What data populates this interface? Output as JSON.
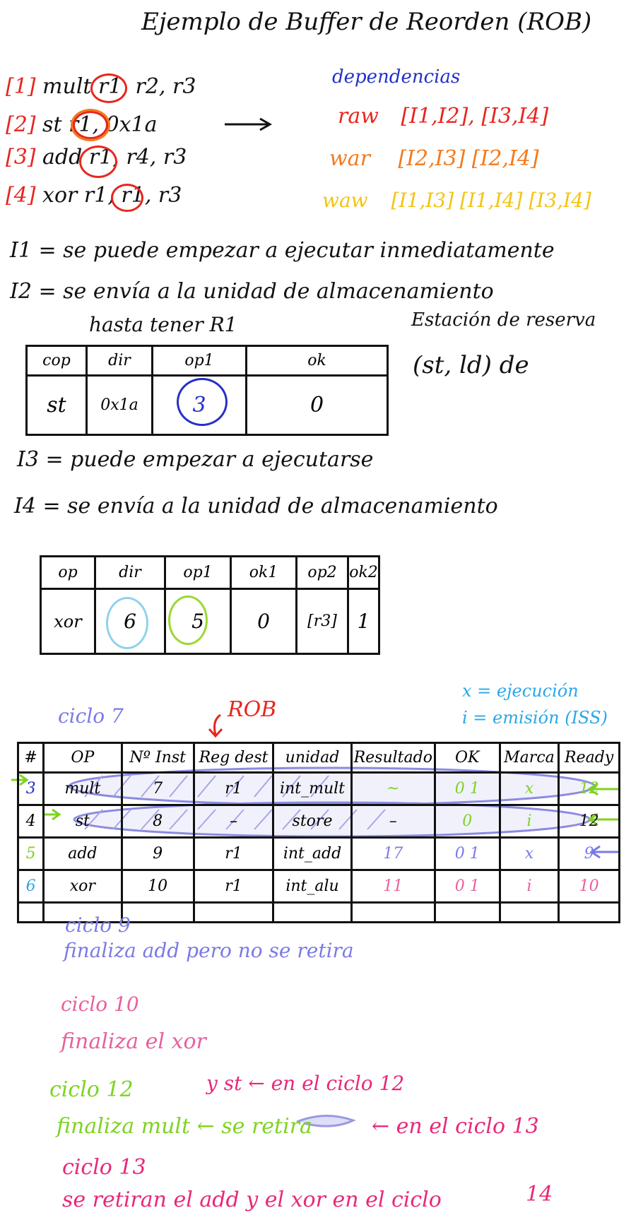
{
  "title": "Ejemplo de Buffer de Reorden (ROB)",
  "instructions": [
    {
      "tag": "[1]",
      "text": "mult r1, r2, r3"
    },
    {
      "tag": "[2]",
      "text": "st r1, 0x1a"
    },
    {
      "tag": "[3]",
      "text": "add r1, r4, r3"
    },
    {
      "tag": "[4]",
      "text": "xor r1, r1, r3"
    }
  ],
  "dependencies": {
    "heading": "dependencias",
    "raw": {
      "label": "raw",
      "value": "[I1,I2], [I3,I4]"
    },
    "war": {
      "label": "war",
      "value": "[I2,I3] [I2,I4]"
    },
    "waw": {
      "label": "waw",
      "value": "[I1,I3] [I1,I4] [I3,I4]"
    }
  },
  "notes": {
    "i1": "I1 = se puede empezar a ejecutar inmediatamente",
    "i2a": "I2 = se envía a la unidad de almacenamiento",
    "i2b": "hasta tener R1",
    "station_a": "Estación de reserva",
    "station_b": "(st, ld) de",
    "i3": "I3 = puede empezar a ejecutarse",
    "i4": "I4 = se envía a la unidad de almacenamiento"
  },
  "store_table": {
    "headers": [
      "cop",
      "dir",
      "op1",
      "ok"
    ],
    "row": [
      "st",
      "0x1a",
      "3",
      "0"
    ]
  },
  "alu_table": {
    "headers": [
      "op",
      "dir",
      "op1",
      "ok1",
      "op2",
      "ok2"
    ],
    "row": [
      "xor",
      "6",
      "5",
      "0",
      "[r3]",
      "1"
    ]
  },
  "rob": {
    "cycle_label": "ciclo 7",
    "title": "ROB",
    "legend_x": "x = ejecución",
    "legend_i": "i = emisión (ISS)",
    "headers": [
      "#",
      "OP",
      "Nº Inst",
      "Reg dest",
      "unidad",
      "Resultado",
      "OK",
      "Marca",
      "Ready"
    ],
    "rows": [
      [
        "3",
        "mult",
        "7",
        "r1",
        "int_mult",
        "~",
        "0 1",
        "x",
        "12"
      ],
      [
        "4",
        "st",
        "8",
        "–",
        "store",
        "–",
        "0",
        "i",
        "12"
      ],
      [
        "5",
        "add",
        "9",
        "r1",
        "int_add",
        "17",
        "0 1",
        "x",
        "9"
      ],
      [
        "6",
        "xor",
        "10",
        "r1",
        "int_alu",
        "11",
        "0 1",
        "i",
        "10"
      ],
      [
        "",
        "",
        "",
        "",
        "",
        "",
        "",
        "",
        ""
      ]
    ]
  },
  "timeline": {
    "c9a": "ciclo 9",
    "c9b": "finaliza add pero no se retira",
    "c10a": "ciclo 10",
    "c10b": "finaliza el xor",
    "c12a": "ciclo 12",
    "c12b": "y st ← en el ciclo 12",
    "c12c": "finaliza mult ← se retira",
    "c12d": "← en el ciclo 13",
    "c13a": "ciclo 13",
    "c13b": "se retiran el add y el xor en el ciclo",
    "c13c": "14"
  },
  "colors": {
    "red": "#e8261f",
    "blue": "#2430c8",
    "orange": "#f47a1c",
    "yellow": "#f2c413",
    "lavender": "#7a7ae6",
    "pink": "#e8609e",
    "green": "#7ed321",
    "cyan": "#2aa7e6",
    "magenta": "#e8287a"
  }
}
